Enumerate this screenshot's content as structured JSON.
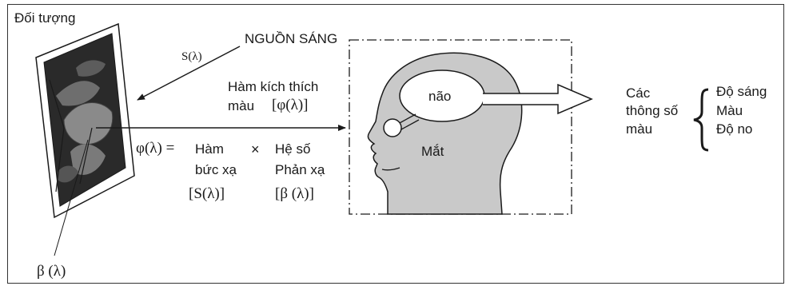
{
  "object_label": "Đối tượng",
  "light_source_label": "NGUỒN SÁNG",
  "source_spectrum": "S(λ)",
  "reflectance_symbol": "β (λ)",
  "stimulus": {
    "label_line1": "Hàm kích thích",
    "label_line2": "màu",
    "symbol": "[φ(λ)]"
  },
  "equation": {
    "lhs": "φ(λ) =",
    "term1_line1": "Hàm",
    "term1_line2": "bức xạ",
    "term1_symbol": "[S(λ)]",
    "operator": "×",
    "term2_line1": "Hệ số",
    "term2_line2": "Phản xạ",
    "term2_symbol": "[β (λ)]"
  },
  "head": {
    "brain_label": "não",
    "eye_label": "Mắt"
  },
  "parameters": {
    "label_line1": "Các",
    "label_line2": "thông số",
    "label_line3": "màu",
    "items": [
      "Độ sáng",
      "Màu",
      "Độ no"
    ]
  },
  "colors": {
    "head_fill": "#c9c9c9",
    "outline": "#1a1a1a",
    "leaf_dark": "#2a2a2a",
    "leaf_light": "#8a8a8a"
  }
}
